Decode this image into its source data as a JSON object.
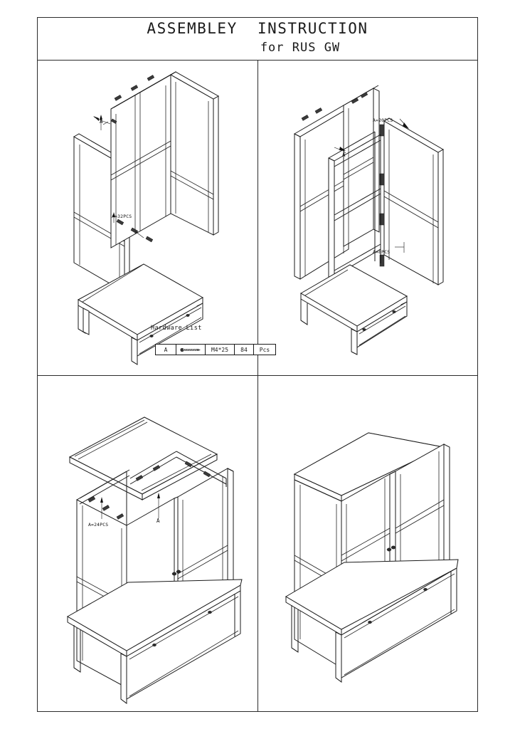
{
  "document": {
    "title_main": "ASSEMBLEY  INSTRUCTION",
    "title_sub": "for RUS GW"
  },
  "hardware_list": {
    "heading": "Hardware List",
    "columns": [
      "tag",
      "picture",
      "spec",
      "qty",
      "unit"
    ],
    "rows": [
      {
        "tag": "A",
        "picture": "screw-icon",
        "spec": "M4*25",
        "qty": "84",
        "unit": "Pcs"
      }
    ]
  },
  "steps": [
    {
      "id": "step-1",
      "callouts": [
        {
          "name": "callout-a",
          "text": "A"
        },
        {
          "name": "callout-a-32pcs",
          "text": "A=32PCS"
        }
      ]
    },
    {
      "id": "step-2",
      "callouts": [
        {
          "name": "callout-a-20pcs",
          "text": "A=20PCS"
        },
        {
          "name": "callout-a",
          "text": "A"
        },
        {
          "name": "callout-a-8pcs",
          "text": "A=8PCS"
        }
      ]
    },
    {
      "id": "step-3",
      "callouts": [
        {
          "name": "callout-a-24pcs",
          "text": "A=24PCS"
        },
        {
          "name": "callout-a",
          "text": "A"
        }
      ]
    },
    {
      "id": "step-4",
      "callouts": []
    }
  ],
  "colors": {
    "line": "#1a1a1a",
    "paper": "#ffffff",
    "hinge": "#3a3a3a"
  }
}
